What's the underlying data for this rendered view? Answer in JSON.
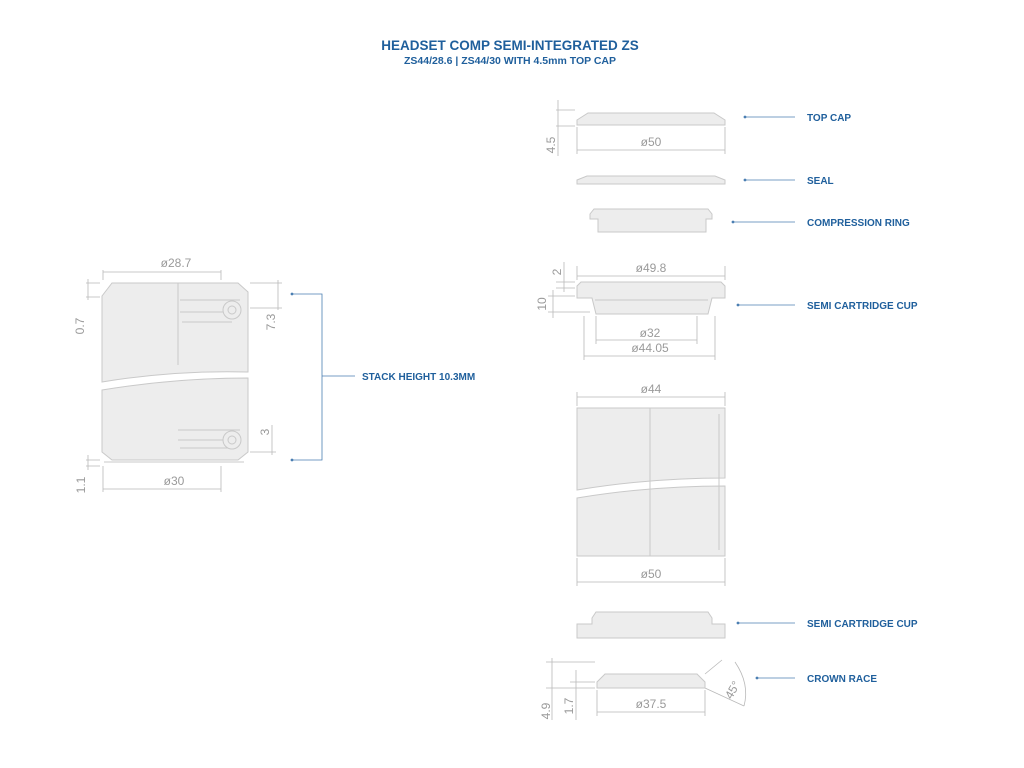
{
  "colors": {
    "title": "#1f5f9c",
    "label": "#1f5f9c",
    "dimension": "#9a9a9a",
    "part_fill": "#ededed",
    "part_stroke": "#c9c9c9"
  },
  "header": {
    "title": "HEADSET COMP SEMI-INTEGRATED ZS",
    "subtitle": "ZS44/28.6 | ZS44/30 WITH 4.5mm TOP CAP"
  },
  "labels": {
    "top_cap": "TOP CAP",
    "seal": "SEAL",
    "compression_ring": "COMPRESSION RING",
    "semi_cartridge_cup_upper": "SEMI CARTRIDGE CUP",
    "stack_height": "STACK HEIGHT 10.3MM",
    "semi_cartridge_cup_lower": "SEMI CARTRIDGE CUP",
    "crown_race": "CROWN RACE"
  },
  "dimensions": {
    "assembly_top_dia": "ø28.7",
    "assembly_07": "0.7",
    "assembly_73": "7.3",
    "assembly_3": "3",
    "assembly_11": "1.1",
    "assembly_bottom_dia": "ø30",
    "topcap_height": "4.5",
    "topcap_dia": "ø50",
    "cup_top_dia": "ø49.8",
    "cup_2": "2",
    "cup_10": "10",
    "cup_inner_dia": "ø32",
    "cup_outer_dia": "ø44.05",
    "headtube_top_dia": "ø44",
    "headtube_bottom_dia": "ø50",
    "crown_49": "4.9",
    "crown_17": "1.7",
    "crown_dia": "ø37.5",
    "crown_angle": "45°"
  }
}
